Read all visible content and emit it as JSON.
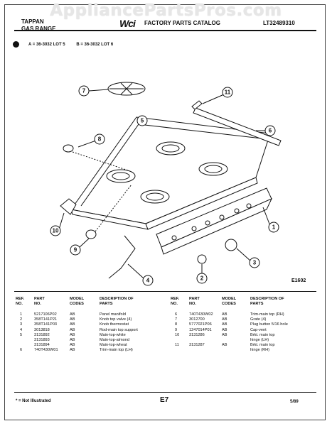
{
  "watermark": "AppliancePartsPros.com",
  "header": {
    "brand_line1": "TAPPAN",
    "brand_line2": "GAS RANGE",
    "logo": "Wci",
    "catalog": "FACTORY PARTS CATALOG",
    "doc_number": "LT32489310"
  },
  "models": {
    "a": "A = 36-3032 LOT 5",
    "b": "B = 36-3032 LOT 6"
  },
  "diagram": {
    "figure_code": "E1602",
    "callouts": [
      "1",
      "2",
      "3",
      "4",
      "5",
      "6",
      "7",
      "8",
      "9",
      "10",
      "11"
    ]
  },
  "table": {
    "headers": {
      "ref_no": "REF. NO.",
      "part_no": "PART NO.",
      "model_codes": "MODEL CODES",
      "description": "DESCRIPTION OF PARTS"
    },
    "left_rows": [
      {
        "ref": "1",
        "part": "5217106P02",
        "model": "AB",
        "desc": "Panel manifold"
      },
      {
        "ref": "2",
        "part": "358T141P21",
        "model": "AB",
        "desc": "Knob top valve (4)"
      },
      {
        "ref": "3",
        "part": "358T141P03",
        "model": "AB",
        "desc": "Knob thermostat"
      },
      {
        "ref": "4",
        "part": "3013818",
        "model": "AB",
        "desc": "Rod-main top support"
      },
      {
        "ref": "5",
        "part": "3131892",
        "model": "AB",
        "desc": "Main-top-white"
      },
      {
        "ref": "",
        "part": "3131893",
        "model": "AB",
        "desc": "Main-top-almond"
      },
      {
        "ref": "",
        "part": "3131894",
        "model": "AB",
        "desc": "Main-top-wheat"
      },
      {
        "ref": "6",
        "part": "740T430W01",
        "model": "AB",
        "desc": "Trim-main top (LH)"
      }
    ],
    "right_rows": [
      {
        "ref": "6",
        "part": "740T430W02",
        "model": "AB",
        "desc": "Trim-main top (RH)"
      },
      {
        "ref": "7",
        "part": "3012700",
        "model": "AB",
        "desc": "Grate (4)"
      },
      {
        "ref": "8",
        "part": "5777021P06",
        "model": "AB",
        "desc": "Plug button 5/16 hole"
      },
      {
        "ref": "9",
        "part": "1247014P01",
        "model": "AB",
        "desc": "Cap-vent"
      },
      {
        "ref": "10",
        "part": "3131286",
        "model": "AB",
        "desc": "Brkt. main top"
      },
      {
        "ref": "",
        "part": "",
        "model": "",
        "desc": "hinge (LH)"
      },
      {
        "ref": "11",
        "part": "3131287",
        "model": "AB",
        "desc": "Brkt. main top"
      },
      {
        "ref": "",
        "part": "",
        "model": "",
        "desc": "hinge (RH)"
      }
    ]
  },
  "footer": {
    "note": "* = Not Illustrated",
    "page": "E7",
    "date": "5/89"
  }
}
